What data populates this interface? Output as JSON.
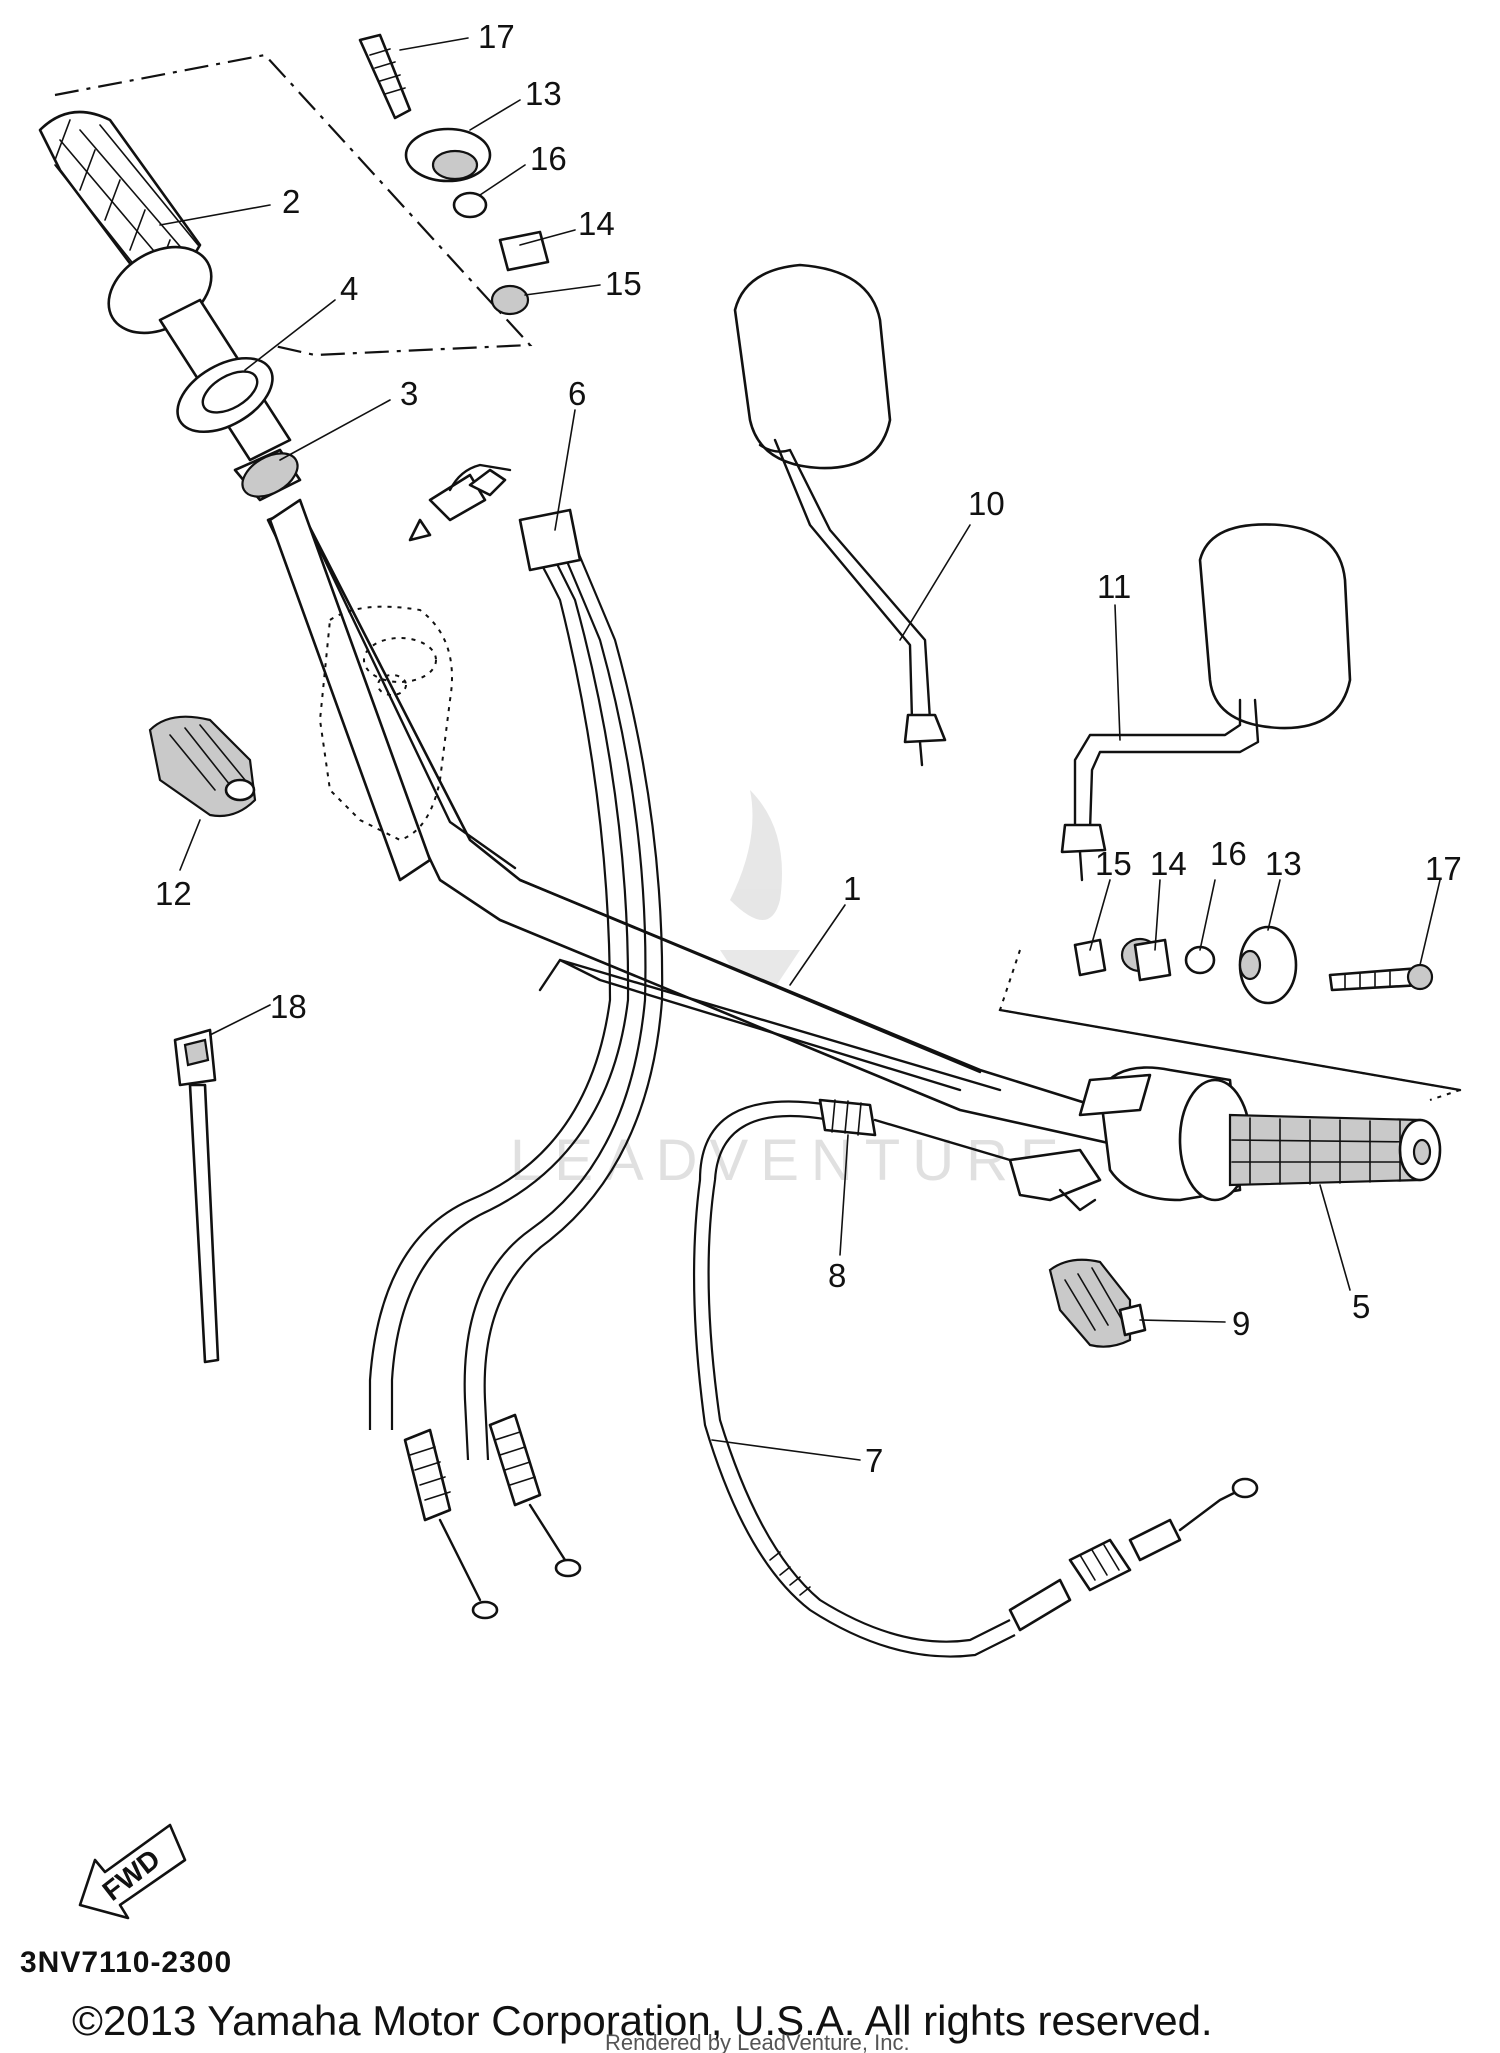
{
  "diagram": {
    "part_code": "3NV7110-2300",
    "copyright": "©2013 Yamaha Motor Corporation, U.S.A. All rights reserved.",
    "rendered_by": "Rendered by LeadVenture, Inc.",
    "watermark": "LEADVENTURE",
    "fwd_label": "FWD",
    "callouts": [
      {
        "id": "c17a",
        "label": "17"
      },
      {
        "id": "c13a",
        "label": "13"
      },
      {
        "id": "c16a",
        "label": "16"
      },
      {
        "id": "c14a",
        "label": "14"
      },
      {
        "id": "c15a",
        "label": "15"
      },
      {
        "id": "c2",
        "label": "2"
      },
      {
        "id": "c4",
        "label": "4"
      },
      {
        "id": "c3",
        "label": "3"
      },
      {
        "id": "c6",
        "label": "6"
      },
      {
        "id": "c10",
        "label": "10"
      },
      {
        "id": "c11",
        "label": "11"
      },
      {
        "id": "c12",
        "label": "12"
      },
      {
        "id": "c1",
        "label": "1"
      },
      {
        "id": "c15b",
        "label": "15"
      },
      {
        "id": "c14b",
        "label": "14"
      },
      {
        "id": "c16b",
        "label": "16"
      },
      {
        "id": "c13b",
        "label": "13"
      },
      {
        "id": "c17b",
        "label": "17"
      },
      {
        "id": "c18",
        "label": "18"
      },
      {
        "id": "c8",
        "label": "8"
      },
      {
        "id": "c5",
        "label": "5"
      },
      {
        "id": "c9",
        "label": "9"
      },
      {
        "id": "c7",
        "label": "7"
      }
    ]
  }
}
